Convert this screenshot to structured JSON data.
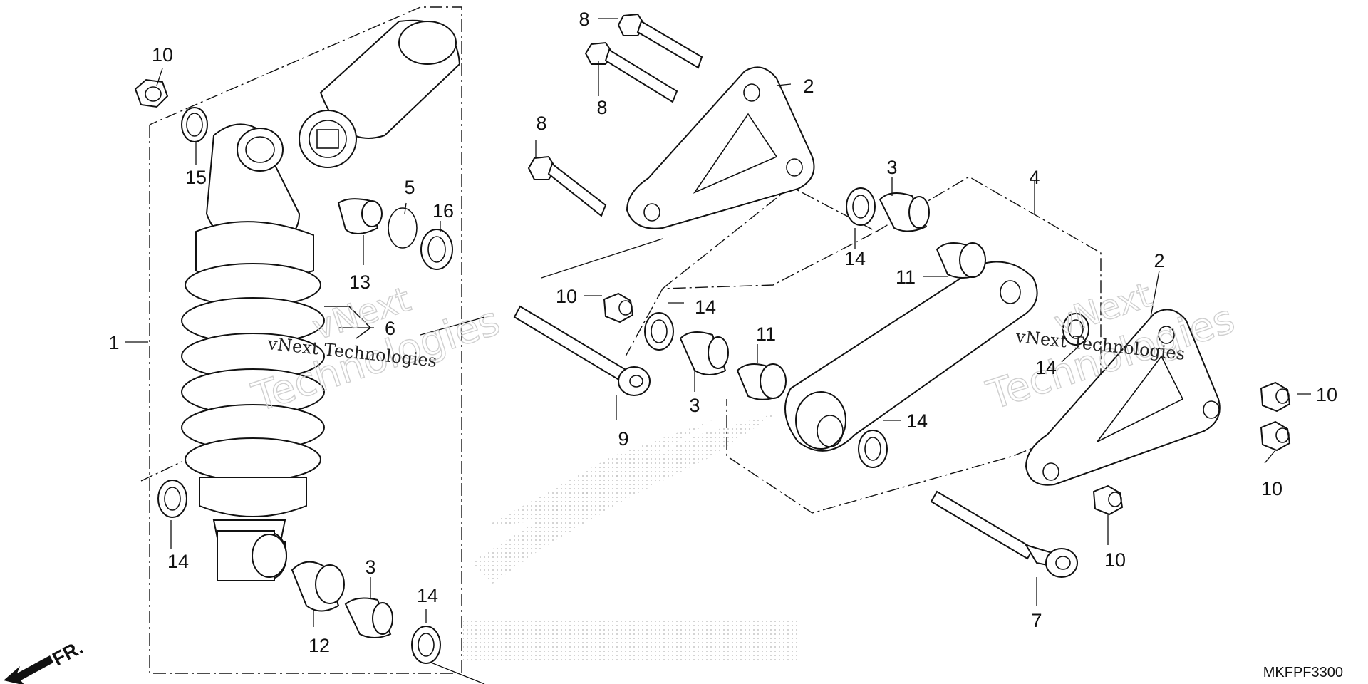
{
  "diagram": {
    "drawing_code": "MKFPF3300",
    "direction_label": "FR.",
    "watermarks": [
      {
        "line1": "vNext",
        "line2": "Technologies"
      },
      {
        "line1": "vNext",
        "line2": "Technologies"
      }
    ],
    "watermark_small": [
      "vNext Technologies",
      "vNext Technologies"
    ],
    "callouts": [
      {
        "id": "c1",
        "label": "1"
      },
      {
        "id": "c2a",
        "label": "2"
      },
      {
        "id": "c2b",
        "label": "2"
      },
      {
        "id": "c3a",
        "label": "3"
      },
      {
        "id": "c3b",
        "label": "3"
      },
      {
        "id": "c3c",
        "label": "3"
      },
      {
        "id": "c4",
        "label": "4"
      },
      {
        "id": "c5",
        "label": "5"
      },
      {
        "id": "c6",
        "label": "6"
      },
      {
        "id": "c7",
        "label": "7"
      },
      {
        "id": "c8a",
        "label": "8"
      },
      {
        "id": "c8b",
        "label": "8"
      },
      {
        "id": "c8c",
        "label": "8"
      },
      {
        "id": "c9",
        "label": "9"
      },
      {
        "id": "c10a",
        "label": "10"
      },
      {
        "id": "c10b",
        "label": "10"
      },
      {
        "id": "c10c",
        "label": "10"
      },
      {
        "id": "c10d",
        "label": "10"
      },
      {
        "id": "c10e",
        "label": "10"
      },
      {
        "id": "c11a",
        "label": "11"
      },
      {
        "id": "c11b",
        "label": "11"
      },
      {
        "id": "c12",
        "label": "12"
      },
      {
        "id": "c13",
        "label": "13"
      },
      {
        "id": "c14a",
        "label": "14"
      },
      {
        "id": "c14b",
        "label": "14"
      },
      {
        "id": "c14c",
        "label": "14"
      },
      {
        "id": "c14d",
        "label": "14"
      },
      {
        "id": "c14e",
        "label": "14"
      },
      {
        "id": "c14f",
        "label": "14"
      },
      {
        "id": "c15",
        "label": "15"
      },
      {
        "id": "c16",
        "label": "16"
      }
    ]
  }
}
